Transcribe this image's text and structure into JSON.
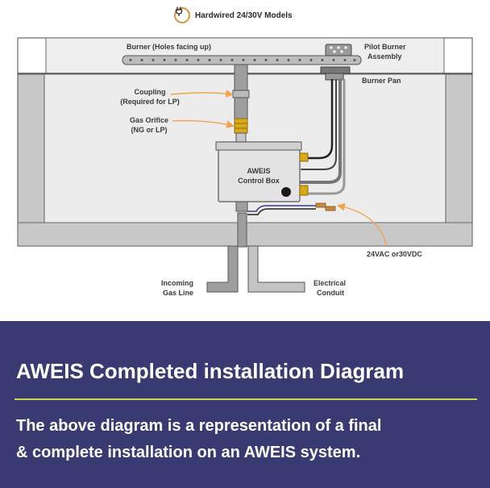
{
  "header": {
    "icon": "plug-icon",
    "title": "Hardwired 24/30V Models"
  },
  "labels": {
    "burner": "Burner (Holes facing up)",
    "pilot_burner_1": "Pilot Burner",
    "pilot_burner_2": "Assembly",
    "burner_pan": "Burner Pan",
    "coupling_1": "Coupling",
    "coupling_2": "(Required for LP)",
    "gas_orifice_1": "Gas Orifice",
    "gas_orifice_2": "(NG or LP)",
    "control_box_1": "AWEIS",
    "control_box_2": "Control Box",
    "voltage": "24VAC or30VDC",
    "gas_line_1": "Incoming",
    "gas_line_2": "Gas Line",
    "conduit_1": "Electrical",
    "conduit_2": "Conduit"
  },
  "banner": {
    "title": "AWEIS Completed installation Diagram",
    "body_line_1": "The above diagram is a representation of a final",
    "body_line_2": "& complete installation on an AWEIS system."
  },
  "colors": {
    "banner_bg": "#3a3a73",
    "rule": "#c4d94a",
    "arrow": "#f2a34e",
    "brass": "#d9a91c"
  }
}
